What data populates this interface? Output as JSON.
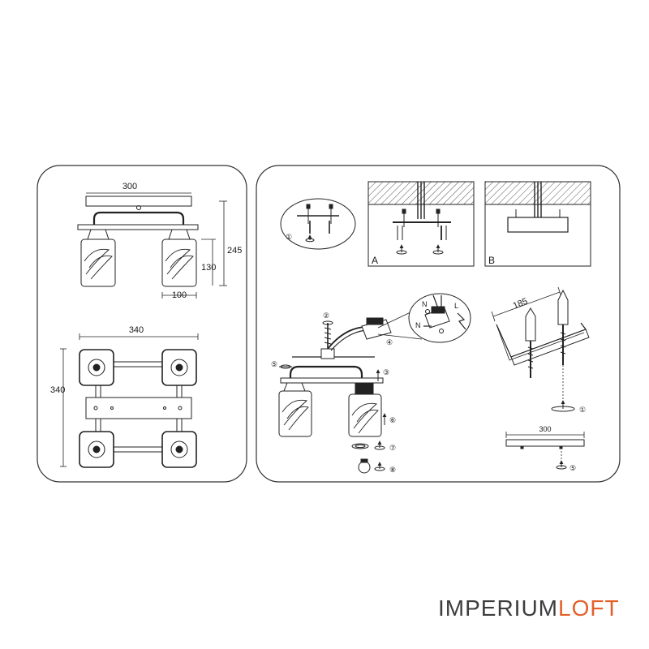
{
  "dimensions": {
    "front_width": "300",
    "total_height": "245",
    "shade_height": "130",
    "shade_width": "100",
    "top_width": "340",
    "top_depth": "340",
    "install_width": "185",
    "plate_width": "300"
  },
  "steps": {
    "s1": "①",
    "s2": "②",
    "s3": "③",
    "s4": "④",
    "s5": "⑤",
    "s6": "⑥",
    "s7": "⑦",
    "s8": "⑧"
  },
  "panels": {
    "a": "A",
    "b": "B"
  },
  "wiring": {
    "n": "N",
    "l": "L"
  },
  "brand": {
    "part1": "IMPERIUM",
    "part2": "LOFT",
    "color_main": "#3d3d3d",
    "color_accent": "#e2612a"
  }
}
